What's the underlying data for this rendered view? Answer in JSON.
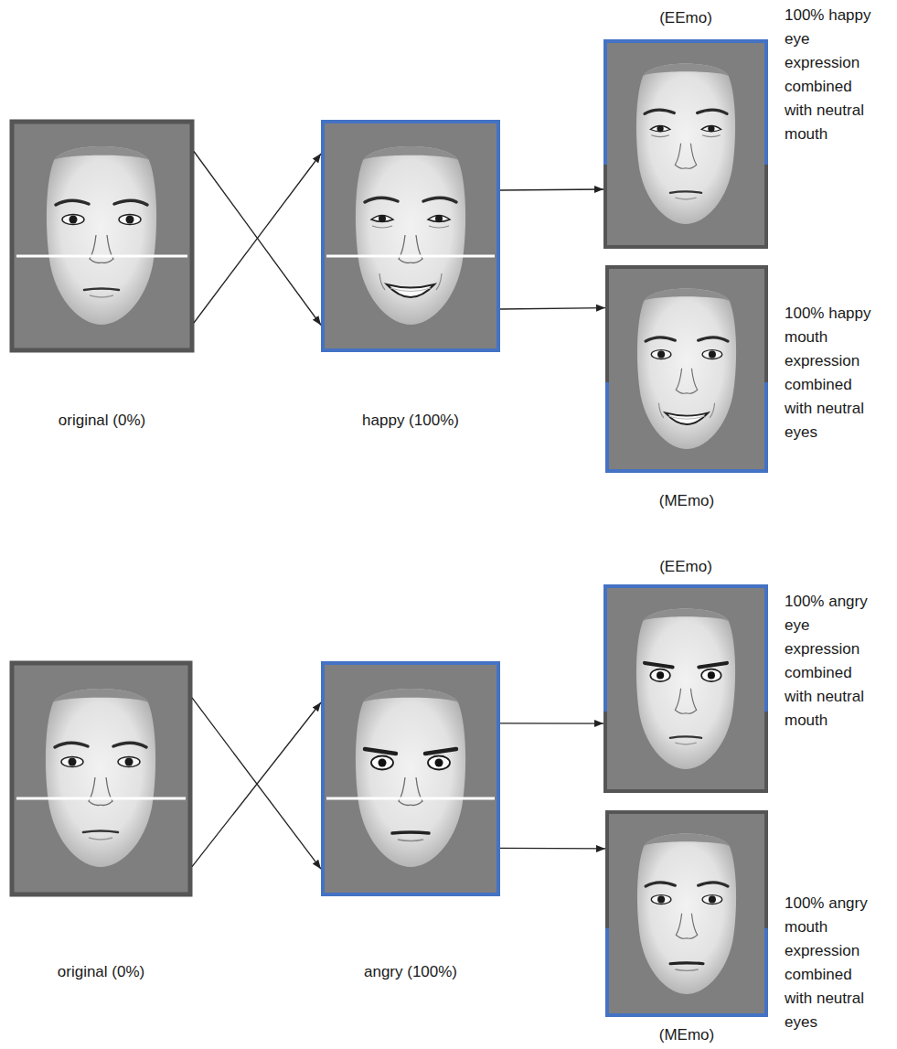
{
  "diagram": {
    "nodes": [
      {
        "text": [
          "original (0%)"
        ]
      },
      {
        "text": [
          "happy (100%)"
        ]
      },
      {
        "text": [
          "(EEmo)",
          "100% happy eye expression combined with neutral mouth"
        ]
      },
      {
        "text": [
          "100% happy mouth expression combined with neutral eyes",
          "(MEmo)"
        ]
      },
      {
        "text": [
          "original (0%)"
        ]
      },
      {
        "text": [
          "angry (100%)"
        ]
      },
      {
        "text": [
          "(EEmo)",
          "100% angry eye expression combined with neutral mouth"
        ]
      },
      {
        "text": [
          "100% angry mouth expression combined with neutral eyes",
          "(MEmo)"
        ]
      }
    ],
    "edges": [
      {
        "from": 0,
        "to": 1,
        "arrow": "to"
      },
      {
        "from": 0,
        "to": 1,
        "arrow": "to"
      },
      {
        "from": 1,
        "to": 2,
        "arrow": "to"
      },
      {
        "from": 1,
        "to": 3,
        "arrow": "to"
      },
      {
        "from": 4,
        "to": 5,
        "arrow": "to"
      },
      {
        "from": 4,
        "to": 5,
        "arrow": "to"
      },
      {
        "from": 5,
        "to": 6,
        "arrow": "to"
      },
      {
        "from": 5,
        "to": 7,
        "arrow": "to"
      }
    ]
  }
}
